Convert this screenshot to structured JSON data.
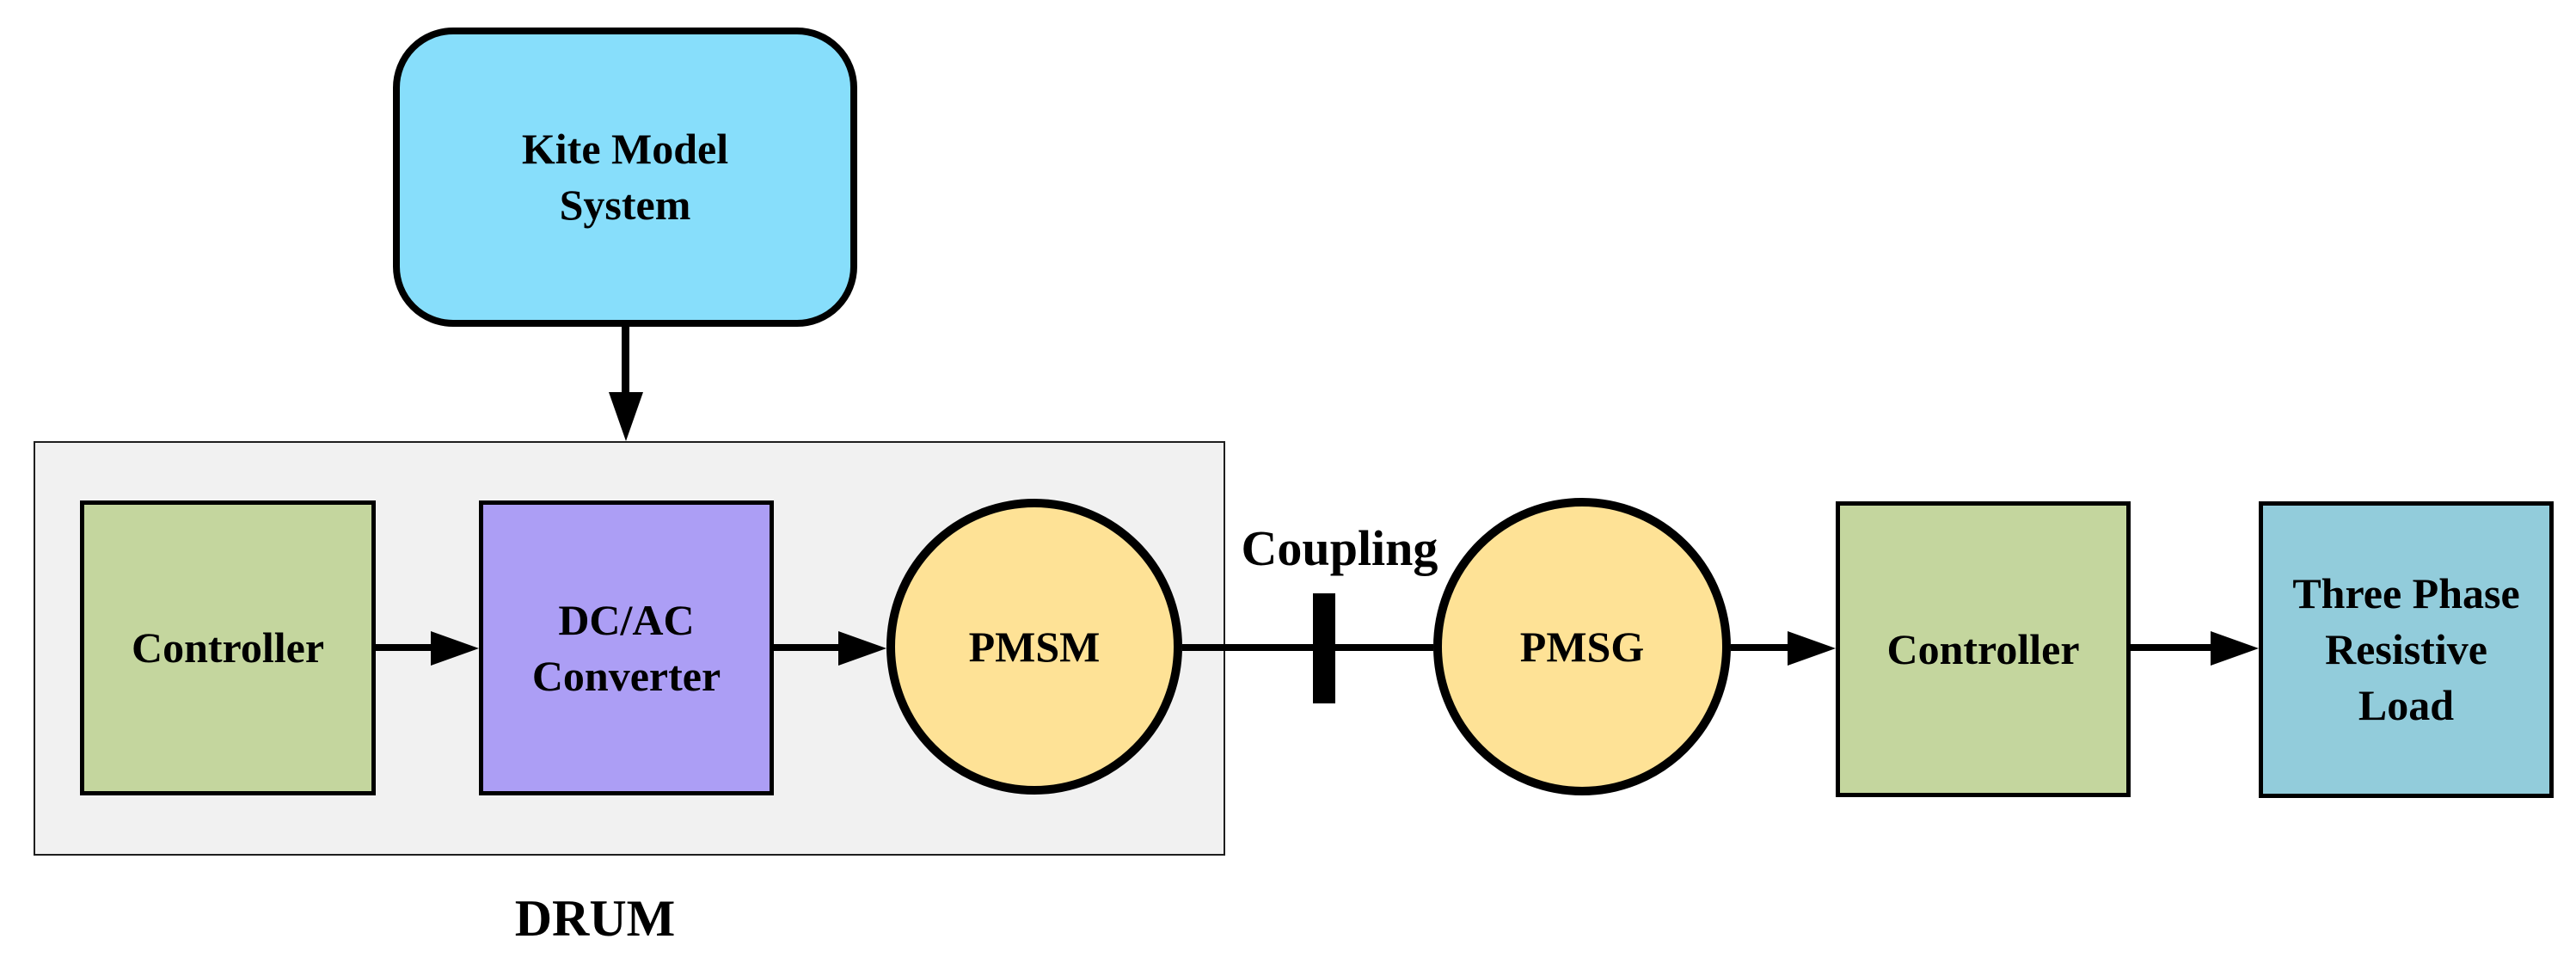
{
  "figure": {
    "type": "block-diagram",
    "description": "Kite power drum system block diagram"
  },
  "palette": {
    "kite_blue": "#87DEFB",
    "controller_green": "#C4D69E",
    "converter_purple": "#AC9EF5",
    "machine_yellow": "#FEE296",
    "load_teal": "#92CCDB",
    "enclosure_gray": "#F1F1F1",
    "line_black": "#000000"
  },
  "nodes": {
    "kite_model_system": {
      "label": "Kite Model\nSystem",
      "shape": "rounded-rect",
      "fill": "#87DEFB"
    },
    "controller_left": {
      "label": "Controller",
      "shape": "rect",
      "fill": "#C4D69E"
    },
    "dc_ac_converter": {
      "label": "DC/AC\nConverter",
      "shape": "rect",
      "fill": "#AC9EF5"
    },
    "pmsm": {
      "label": "PMSM",
      "shape": "circle",
      "fill": "#FEE296"
    },
    "pmsg": {
      "label": "PMSG",
      "shape": "circle",
      "fill": "#FEE296"
    },
    "controller_right": {
      "label": "Controller",
      "shape": "rect",
      "fill": "#C4D69E"
    },
    "three_phase_resistive_load": {
      "label": "Three Phase\nResistive\nLoad",
      "shape": "rect",
      "fill": "#92CCDB"
    }
  },
  "labels": {
    "coupling": "Coupling",
    "drum": "DRUM"
  },
  "connections": [
    {
      "from": "kite_model_system",
      "to": "drum_enclosure",
      "style": "arrow-down"
    },
    {
      "from": "controller_left",
      "to": "dc_ac_converter",
      "style": "arrow-right"
    },
    {
      "from": "dc_ac_converter",
      "to": "pmsm",
      "style": "arrow-right"
    },
    {
      "from": "pmsm",
      "to": "pmsg",
      "style": "shaft-with-coupling"
    },
    {
      "from": "pmsg",
      "to": "controller_right",
      "style": "arrow-right"
    },
    {
      "from": "controller_right",
      "to": "three_phase_resistive_load",
      "style": "arrow-right"
    }
  ]
}
